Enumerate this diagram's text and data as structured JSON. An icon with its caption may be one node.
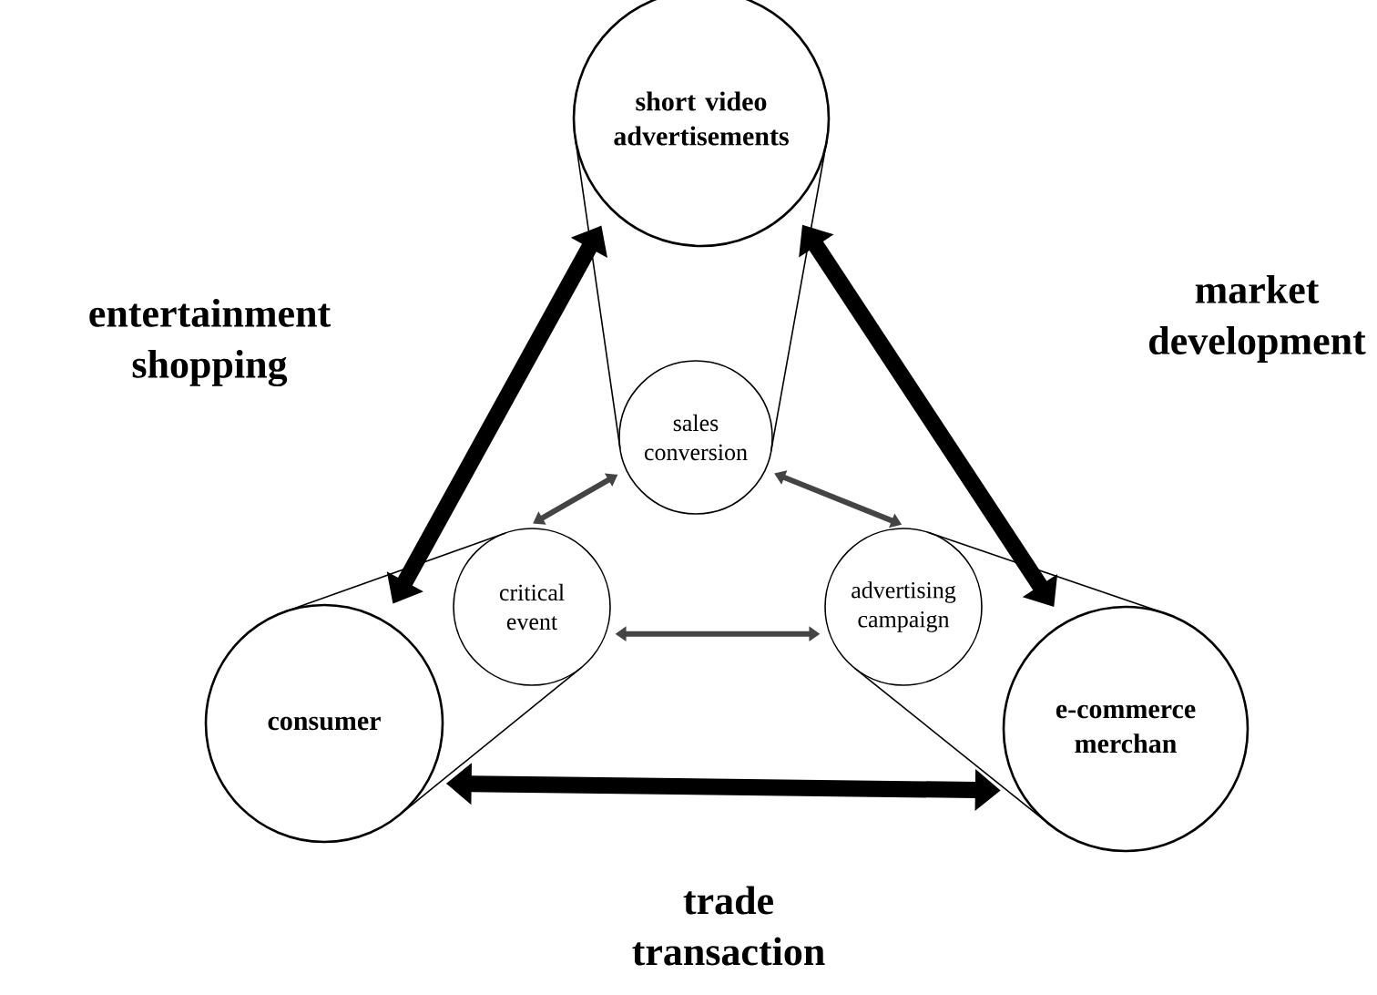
{
  "diagram": {
    "nodes": [
      {
        "text": [
          "short video advertisements"
        ]
      },
      {
        "text": [
          "sales conversion"
        ]
      },
      {
        "text": [
          "consumer"
        ]
      },
      {
        "text": [
          "critical event"
        ]
      },
      {
        "text": [
          "advertising campaign"
        ]
      },
      {
        "text": [
          "e-commerce merchan"
        ]
      }
    ],
    "edges": [
      {
        "from": 0,
        "to": 2,
        "arrow": "both",
        "style": "thick"
      },
      {
        "from": 0,
        "to": 5,
        "arrow": "both",
        "style": "thick"
      },
      {
        "from": 2,
        "to": 5,
        "arrow": "both",
        "style": "thick"
      },
      {
        "from": 3,
        "to": 1,
        "arrow": "both",
        "style": "thick",
        "color": "#444444"
      },
      {
        "from": 1,
        "to": 4,
        "arrow": "both",
        "style": "thick",
        "color": "#444444"
      },
      {
        "from": 3,
        "to": 4,
        "arrow": "both",
        "style": "thick",
        "color": "#444444"
      },
      {
        "from": 0,
        "to": 1,
        "arrow": "none"
      },
      {
        "from": 0,
        "to": 1,
        "arrow": "none"
      },
      {
        "from": 2,
        "to": 3,
        "arrow": "none"
      },
      {
        "from": 2,
        "to": 3,
        "arrow": "none"
      },
      {
        "from": 5,
        "to": 4,
        "arrow": "none"
      },
      {
        "from": 5,
        "to": 4,
        "arrow": "none"
      }
    ],
    "labels": [
      "entertainment shopping",
      "market development",
      "trade transaction"
    ]
  }
}
